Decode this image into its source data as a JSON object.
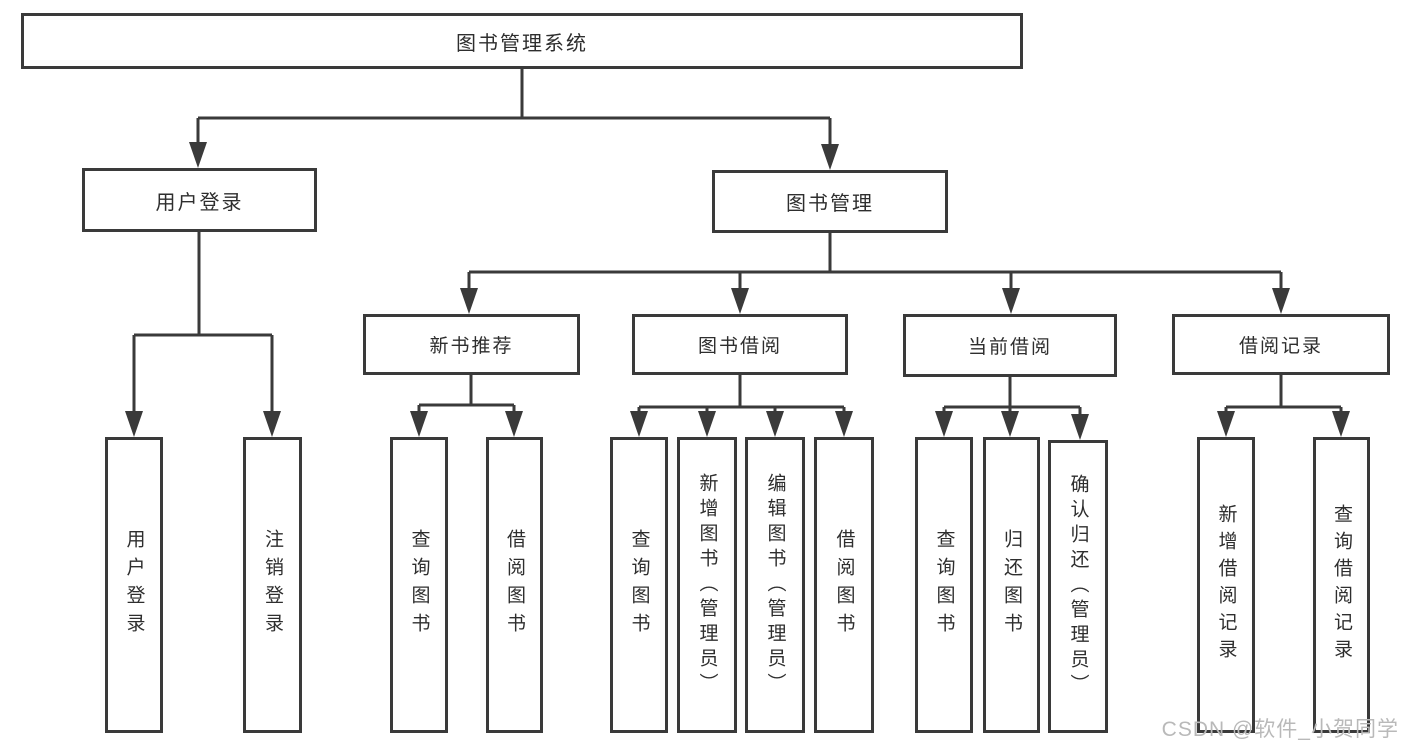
{
  "diagram": {
    "root": {
      "label": "图书管理系统"
    },
    "level2": [
      {
        "label": "用户登录"
      },
      {
        "label": "图书管理"
      }
    ],
    "level3": [
      {
        "label": "新书推荐"
      },
      {
        "label": "图书借阅"
      },
      {
        "label": "当前借阅"
      },
      {
        "label": "借阅记录"
      }
    ],
    "leaves": [
      {
        "label": "用户登录"
      },
      {
        "label": "注销登录"
      },
      {
        "label": "查询图书"
      },
      {
        "label": "借阅图书"
      },
      {
        "label": "查询图书"
      },
      {
        "label": "新增图书（管理员）"
      },
      {
        "label": "编辑图书（管理员）"
      },
      {
        "label": "借阅图书"
      },
      {
        "label": "查询图书"
      },
      {
        "label": "归还图书"
      },
      {
        "label": "确认归还（管理员）"
      },
      {
        "label": "新增借阅记录"
      },
      {
        "label": "查询借阅记录"
      }
    ],
    "colors": {
      "line": "#3a3a3a",
      "text": "#2e2e2e",
      "background": "#ffffff",
      "watermark": "#b9b9b9"
    }
  },
  "watermark": {
    "text": "CSDN @软件_小贺同学"
  }
}
